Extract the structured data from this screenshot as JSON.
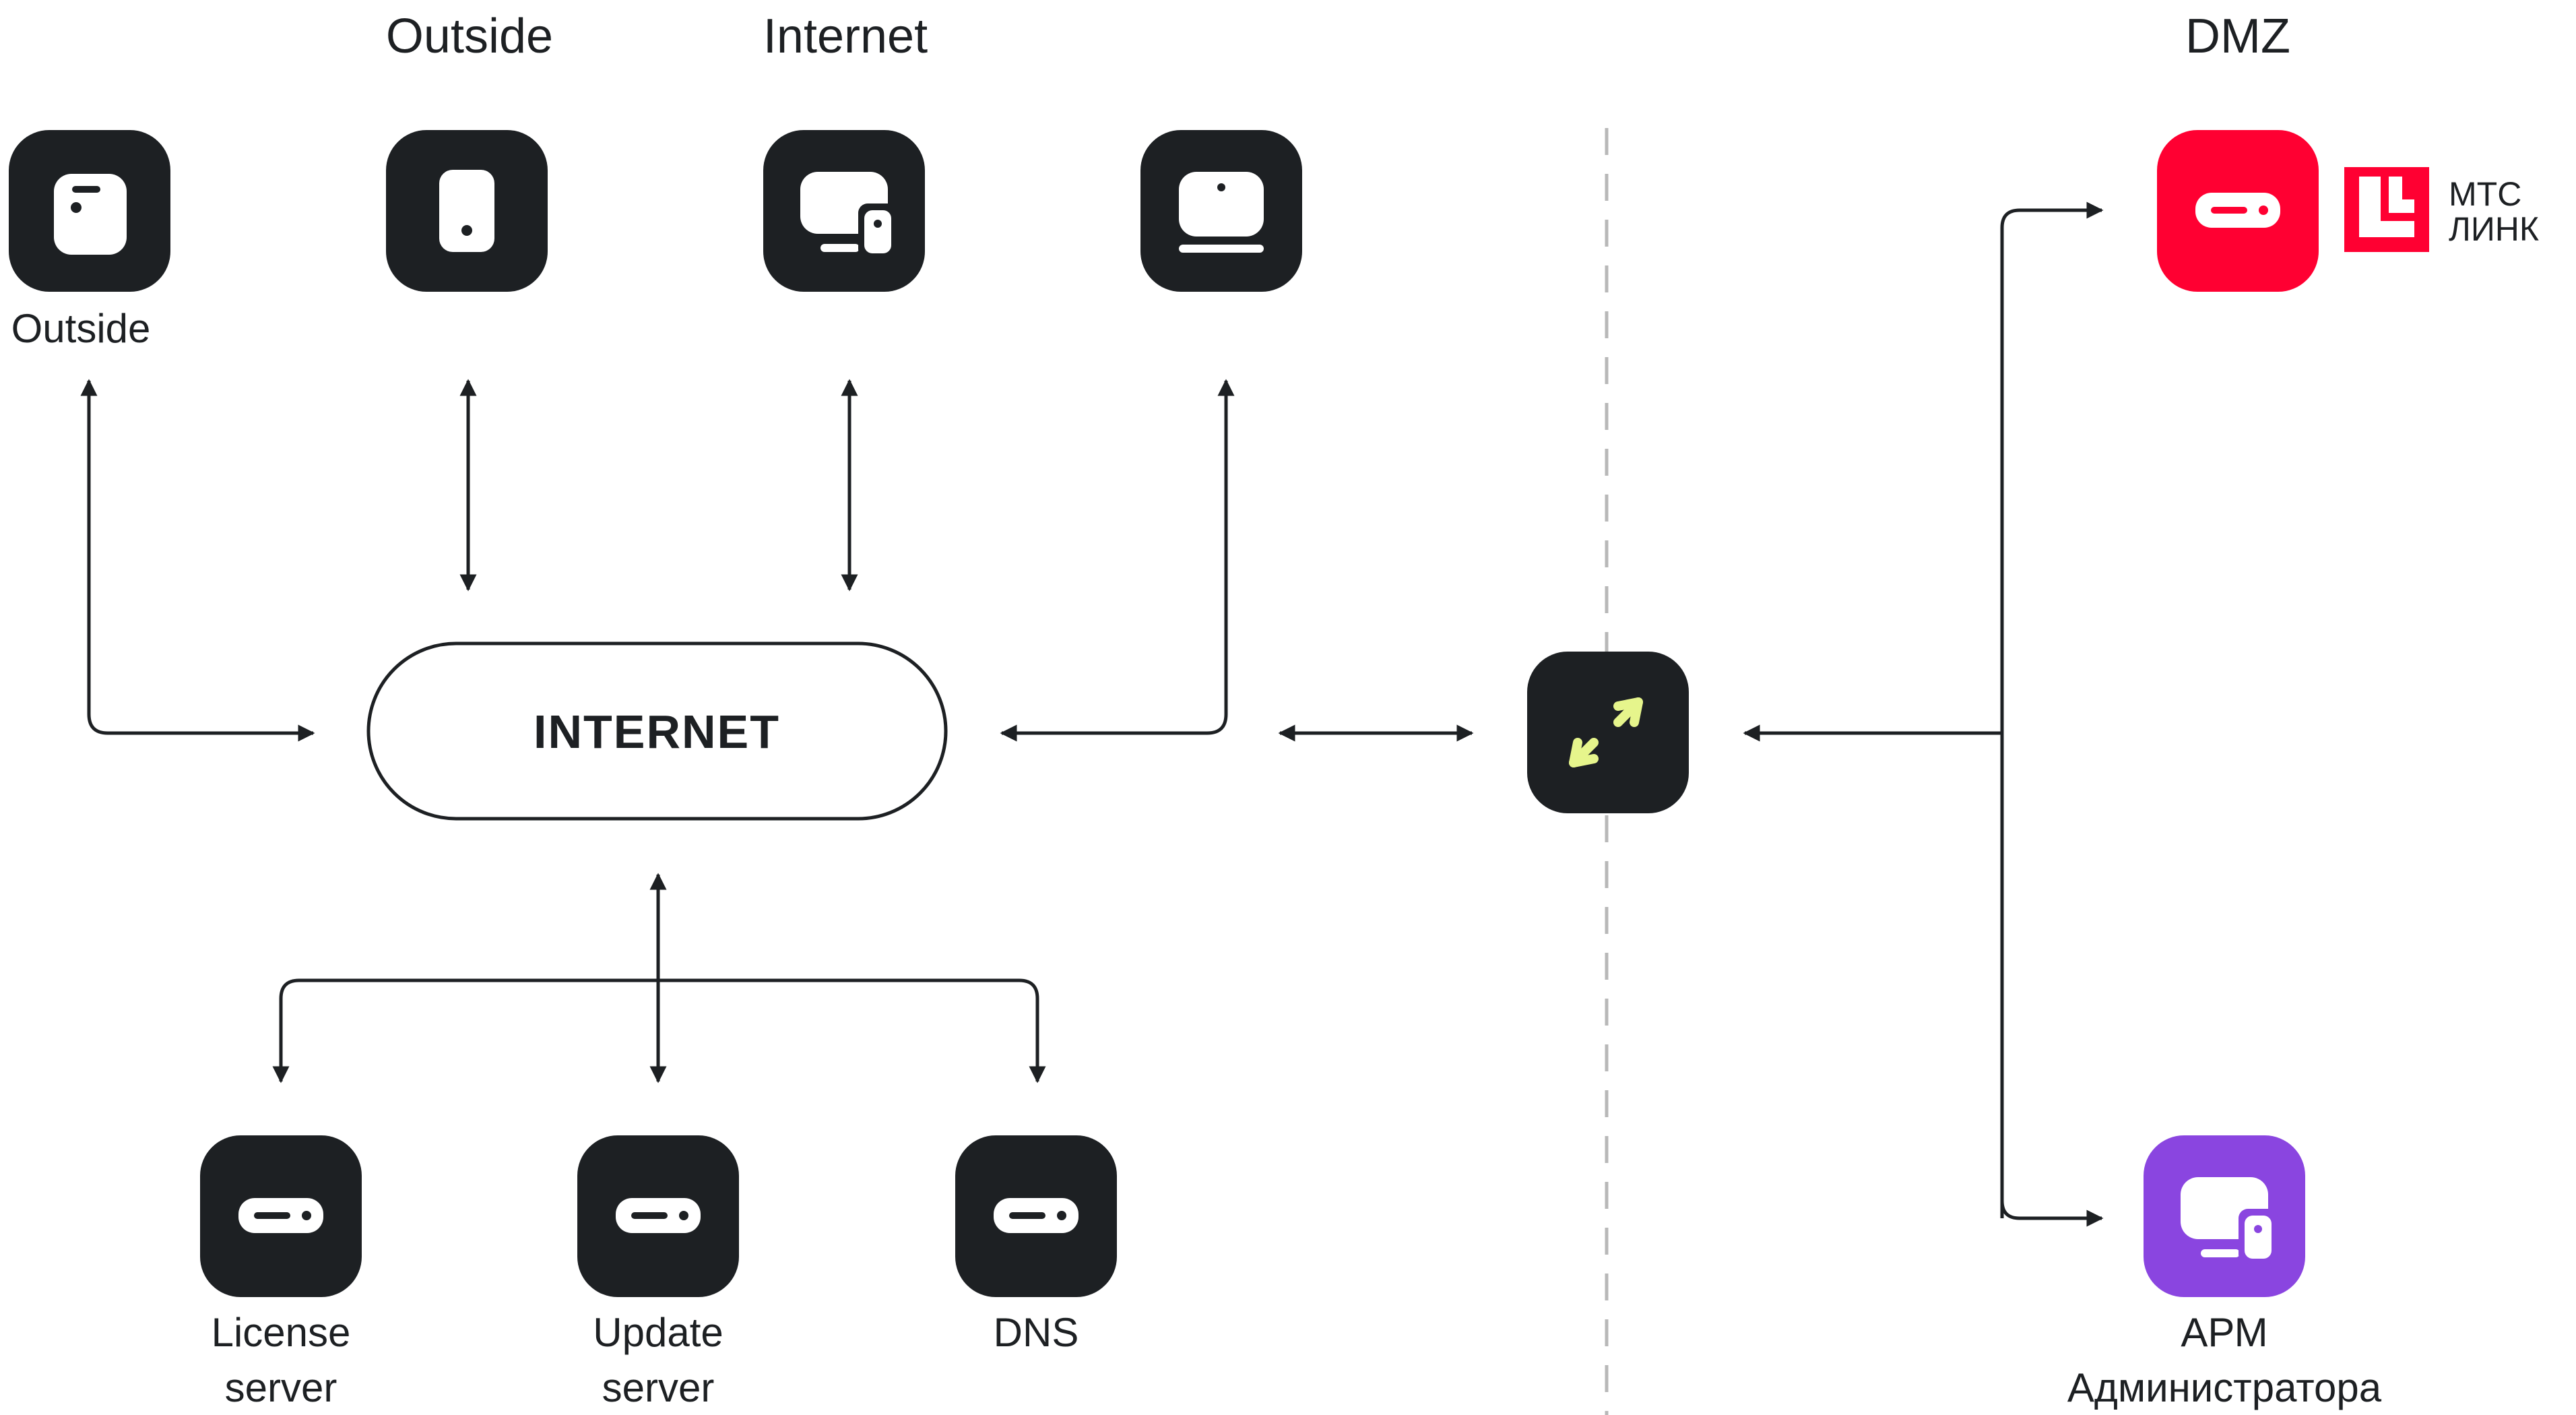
{
  "zones": {
    "outside": "Outside",
    "internet": "Internet",
    "dmz": "DMZ"
  },
  "nodes": {
    "outside_device": "Outside",
    "internet_cloud": "INTERNET",
    "license_server": [
      "License",
      "server"
    ],
    "update_server": [
      "Update",
      "server"
    ],
    "dns": "DNS",
    "admin_workstation": [
      "АРМ",
      "Администратора"
    ]
  },
  "brand": {
    "line1": "МТС",
    "line2": "ЛИНК"
  },
  "colors": {
    "tile_dark": "#1d2023",
    "brand_red": "#ff0032",
    "admin_purple": "#8a45e0",
    "gateway_accent": "#e6f58c"
  },
  "icons": {
    "outside_device": "tablet-device-icon",
    "outside_phone": "phone-device-icon",
    "internet_desktop": "desktop-phone-icon",
    "internet_laptop": "laptop-icon",
    "gateway": "expand-arrows-icon",
    "server": "server-icon",
    "mts_link": "mts-link-server-icon",
    "admin": "desktop-phone-icon"
  }
}
